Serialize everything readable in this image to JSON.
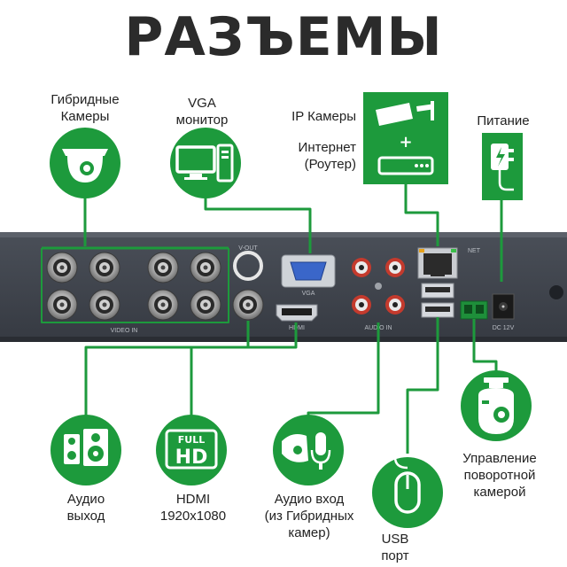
{
  "title": "РАЗЪЕМЫ",
  "colors": {
    "green": "#1d9a3c",
    "panel": "#3e434c",
    "text": "#222222"
  },
  "labels": {
    "hybrid_cameras": [
      "Гибридные",
      "Камеры"
    ],
    "vga_monitor": [
      "VGA",
      "монитор"
    ],
    "ip_cameras": "IP Камеры",
    "internet_router": [
      "Интернет",
      "(Роутер)"
    ],
    "power": "Питание",
    "audio_out": [
      "Аудио",
      "выход"
    ],
    "hdmi": [
      "HDMI",
      "1920x1080"
    ],
    "audio_in": [
      "Аудио вход",
      "(из Гибридных",
      "камер)"
    ],
    "usb_port": [
      "USB",
      "порт"
    ],
    "ptz_control": [
      "Управление",
      "поворотной",
      "камерой"
    ]
  },
  "panel_text": {
    "video_in": "VIDEO IN",
    "vga": "VGA",
    "v_out": "V-OUT",
    "audio_in": "AUDIO IN",
    "net": "NET",
    "hdmi": "HDMI",
    "dc": "DC 12V"
  },
  "icons": {
    "hybrid_cameras": "dome-camera-icon",
    "vga_monitor": "desktop-computer-icon",
    "ip_router": "router-icon",
    "power": "power-adapter-icon",
    "audio_out": "speakers-icon",
    "hdmi": "full-hd-icon",
    "audio_in": "camera-microphone-icon",
    "usb": "mouse-icon",
    "ptz": "ptz-camera-icon"
  },
  "badge_full": "FULL",
  "badge_hd": "HD"
}
